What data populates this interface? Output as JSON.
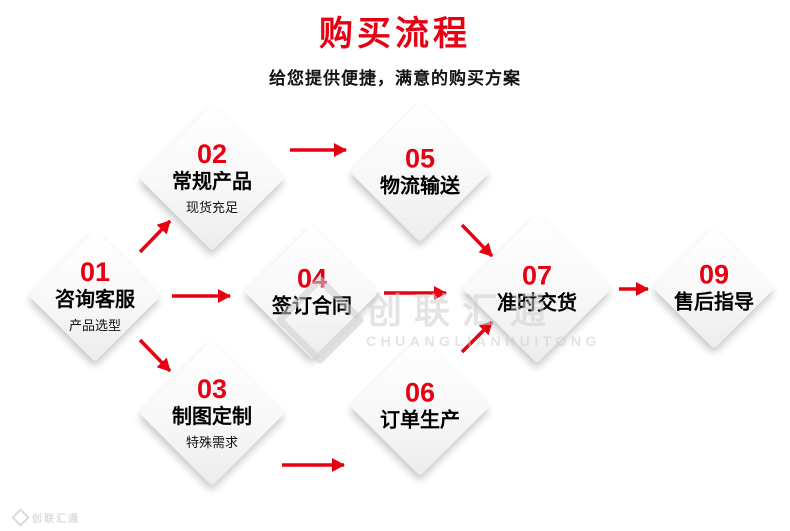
{
  "header": {
    "title": "购买流程",
    "subtitle": "给您提供便捷，满意的购买方案"
  },
  "nodes": [
    {
      "num": "01",
      "label": "咨询客服",
      "sub": "产品选型"
    },
    {
      "num": "02",
      "label": "常规产品",
      "sub": "现货充足"
    },
    {
      "num": "03",
      "label": "制图定制",
      "sub": "特殊需求"
    },
    {
      "num": "04",
      "label": "签订合同",
      "sub": ""
    },
    {
      "num": "05",
      "label": "物流输送",
      "sub": ""
    },
    {
      "num": "06",
      "label": "订单生产",
      "sub": ""
    },
    {
      "num": "07",
      "label": "准时交货",
      "sub": ""
    },
    {
      "num": "09",
      "label": "售后指导",
      "sub": ""
    }
  ],
  "watermark": {
    "cn": "创联汇通",
    "en": "CHUANGLIANHUITONG"
  },
  "colors": {
    "accent": "#e60012",
    "text": "#141414",
    "diamond_fill": "#f8f8f8",
    "watermark_gray": "#cfcfcf"
  }
}
